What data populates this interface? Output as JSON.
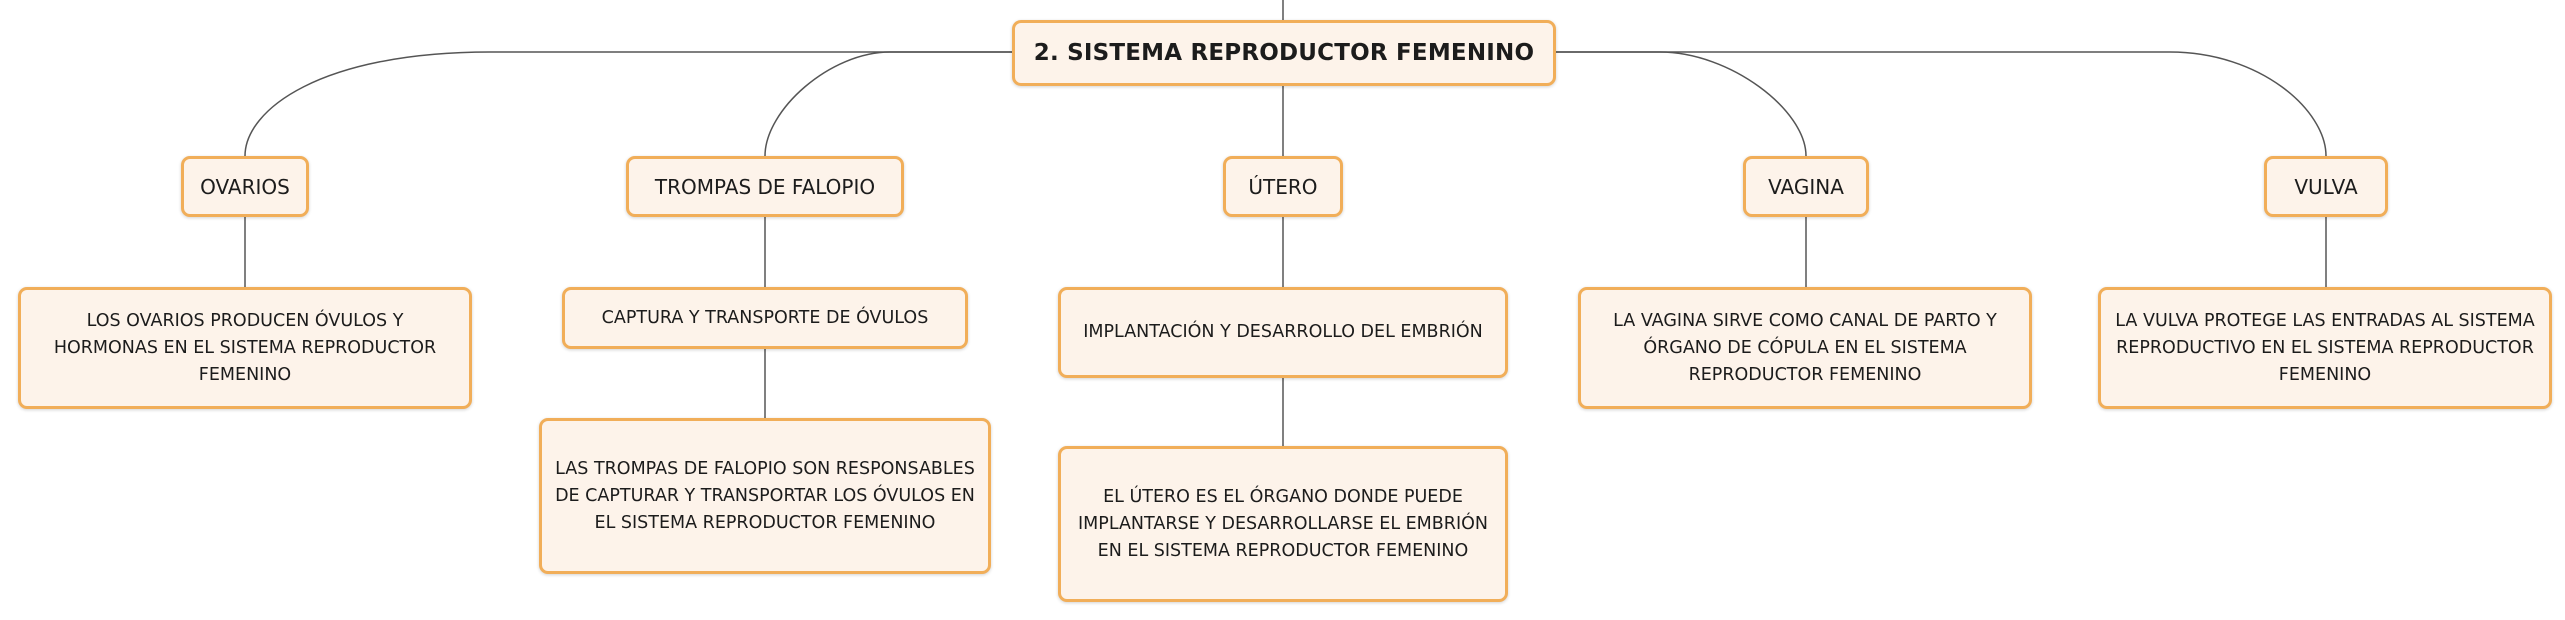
{
  "root": {
    "label": "2. SISTEMA REPRODUCTOR FEMENINO"
  },
  "branches": [
    {
      "label": "OVARIOS",
      "details": [
        "LOS OVARIOS PRODUCEN ÓVULOS Y HORMONAS EN EL SISTEMA REPRODUCTOR FEMENINO"
      ]
    },
    {
      "label": "TROMPAS DE FALOPIO",
      "details": [
        "CAPTURA Y TRANSPORTE DE ÓVULOS",
        "LAS TROMPAS DE FALOPIO SON RESPONSABLES DE CAPTURAR Y TRANSPORTAR LOS ÓVULOS EN EL SISTEMA REPRODUCTOR FEMENINO"
      ]
    },
    {
      "label": "ÚTERO",
      "details": [
        "IMPLANTACIÓN Y DESARROLLO DEL EMBRIÓN",
        "EL ÚTERO ES EL ÓRGANO DONDE PUEDE IMPLANTARSE Y DESARROLLARSE EL EMBRIÓN EN EL SISTEMA REPRODUCTOR FEMENINO"
      ]
    },
    {
      "label": "VAGINA",
      "details": [
        "LA VAGINA SIRVE COMO CANAL DE PARTO Y ÓRGANO DE CÓPULA EN EL SISTEMA REPRODUCTOR FEMENINO"
      ]
    },
    {
      "label": "VULVA",
      "details": [
        "LA VULVA PROTEGE LAS ENTRADAS AL SISTEMA REPRODUCTIVO EN EL SISTEMA REPRODUCTOR FEMENINO"
      ]
    }
  ],
  "colors": {
    "node_fill": "#fdf3ea",
    "node_border": "#f1ae59",
    "connector": "#555555"
  }
}
